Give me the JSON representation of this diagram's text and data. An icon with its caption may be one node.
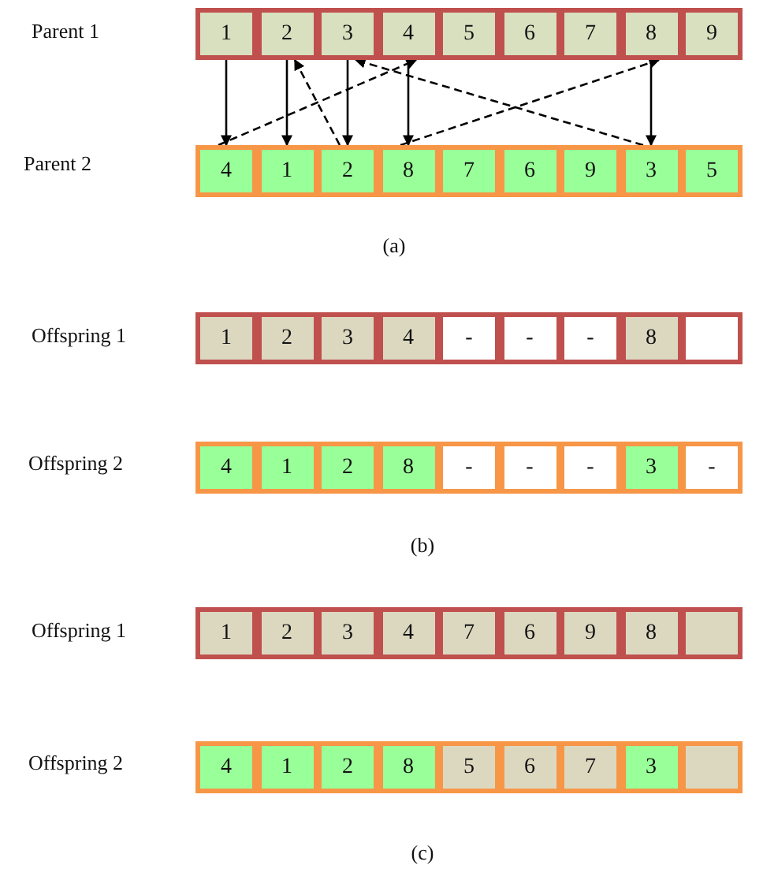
{
  "diagram": {
    "nodes": [
      {
        "text": [
          "1"
        ]
      },
      {
        "text": [
          "2"
        ]
      },
      {
        "text": [
          "3"
        ]
      },
      {
        "text": [
          "4"
        ]
      },
      {
        "text": [
          "5"
        ]
      },
      {
        "text": [
          "6"
        ]
      },
      {
        "text": [
          "7"
        ]
      },
      {
        "text": [
          "8"
        ]
      },
      {
        "text": [
          "9"
        ]
      },
      {
        "text": [
          "4"
        ]
      },
      {
        "text": [
          "1"
        ]
      },
      {
        "text": [
          "2"
        ]
      },
      {
        "text": [
          "8"
        ]
      },
      {
        "text": [
          "7"
        ]
      },
      {
        "text": [
          "6"
        ]
      },
      {
        "text": [
          "9"
        ]
      },
      {
        "text": [
          "3"
        ]
      },
      {
        "text": [
          "5"
        ]
      },
      {
        "text": [
          "1"
        ]
      },
      {
        "text": [
          "2"
        ]
      },
      {
        "text": [
          "3"
        ]
      },
      {
        "text": [
          "4"
        ]
      },
      {
        "text": [
          "-"
        ]
      },
      {
        "text": [
          "-"
        ]
      },
      {
        "text": [
          "-"
        ]
      },
      {
        "text": [
          "8"
        ]
      },
      {
        "text": [],
        "shape": "box"
      },
      {
        "text": [
          "4"
        ]
      },
      {
        "text": [
          "1"
        ]
      },
      {
        "text": [
          "2"
        ]
      },
      {
        "text": [
          "8"
        ]
      },
      {
        "text": [
          "-"
        ]
      },
      {
        "text": [
          "-"
        ]
      },
      {
        "text": [
          "-"
        ]
      },
      {
        "text": [
          "3"
        ]
      },
      {
        "text": [
          "-"
        ]
      },
      {
        "text": [
          "1"
        ]
      },
      {
        "text": [
          "2"
        ]
      },
      {
        "text": [
          "3"
        ]
      },
      {
        "text": [
          "4"
        ]
      },
      {
        "text": [
          "7"
        ]
      },
      {
        "text": [
          "6"
        ]
      },
      {
        "text": [
          "9"
        ]
      },
      {
        "text": [
          "8"
        ]
      },
      {
        "text": [],
        "shape": "box"
      },
      {
        "text": [
          "4"
        ]
      },
      {
        "text": [
          "1"
        ]
      },
      {
        "text": [
          "2"
        ]
      },
      {
        "text": [
          "8"
        ]
      },
      {
        "text": [
          "5"
        ]
      },
      {
        "text": [
          "6"
        ]
      },
      {
        "text": [
          "7"
        ]
      },
      {
        "text": [
          "3"
        ]
      },
      {
        "text": [],
        "shape": "box"
      }
    ],
    "edges": [
      {
        "from": 0,
        "to": 9,
        "arrow": "to"
      },
      {
        "from": 1,
        "to": 10,
        "arrow": "to"
      },
      {
        "from": 2,
        "to": 11,
        "arrow": "to"
      },
      {
        "from": 3,
        "to": 12,
        "arrow": "to"
      },
      {
        "from": 7,
        "to": 16,
        "arrow": "to"
      },
      {
        "from": 9,
        "to": 3,
        "arrow": "to",
        "style": "dashed"
      },
      {
        "from": 11,
        "to": 1,
        "arrow": "to",
        "style": "dashed"
      },
      {
        "from": 12,
        "to": 7,
        "arrow": "to",
        "style": "dashed"
      },
      {
        "from": 16,
        "to": 2,
        "arrow": "to",
        "style": "dashed"
      }
    ],
    "labels": [
      "Parent 1",
      "Parent 2",
      "(a)",
      "Offspring 1",
      "Offspring 2",
      "(b)",
      "Offspring 1",
      "Offspring 2",
      "(c)"
    ]
  }
}
